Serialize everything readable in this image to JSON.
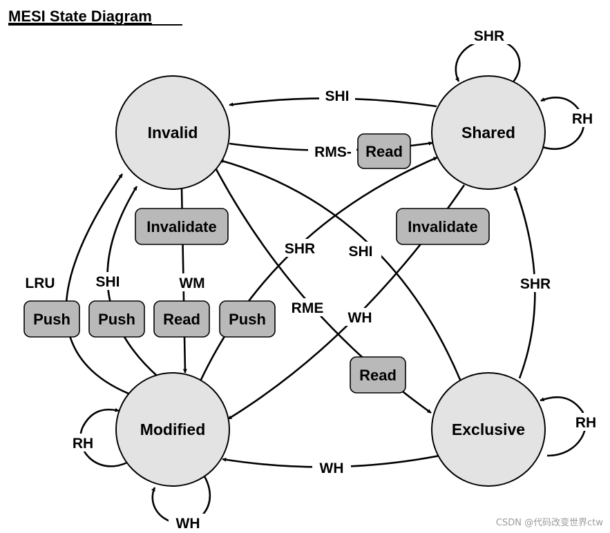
{
  "title": "MESI State Diagram",
  "states": {
    "invalid": "Invalid",
    "shared": "Shared",
    "modified": "Modified",
    "exclusive": "Exclusive"
  },
  "edge_labels": {
    "shi_top": "SHI",
    "rms": "RMS-",
    "shr_loop_shared": "SHR",
    "rh_shared": "RH",
    "shr_center": "SHR",
    "shi_center": "SHI",
    "lru": "LRU",
    "shi_left": "SHI",
    "wm": "WM",
    "rme": "RME",
    "wh_center": "WH",
    "shr_right": "SHR",
    "rh_exclusive": "RH",
    "rh_modified": "RH",
    "wh_modified": "WH",
    "wh_bottom": "WH"
  },
  "actions": {
    "read_rms": "Read",
    "invalidate_left": "Invalidate",
    "invalidate_right": "Invalidate",
    "push_lru": "Push",
    "push_shi": "Push",
    "read_wm": "Read",
    "push_shr": "Push",
    "read_rme": "Read"
  },
  "watermark": "CSDN @代码改变世界ctw"
}
